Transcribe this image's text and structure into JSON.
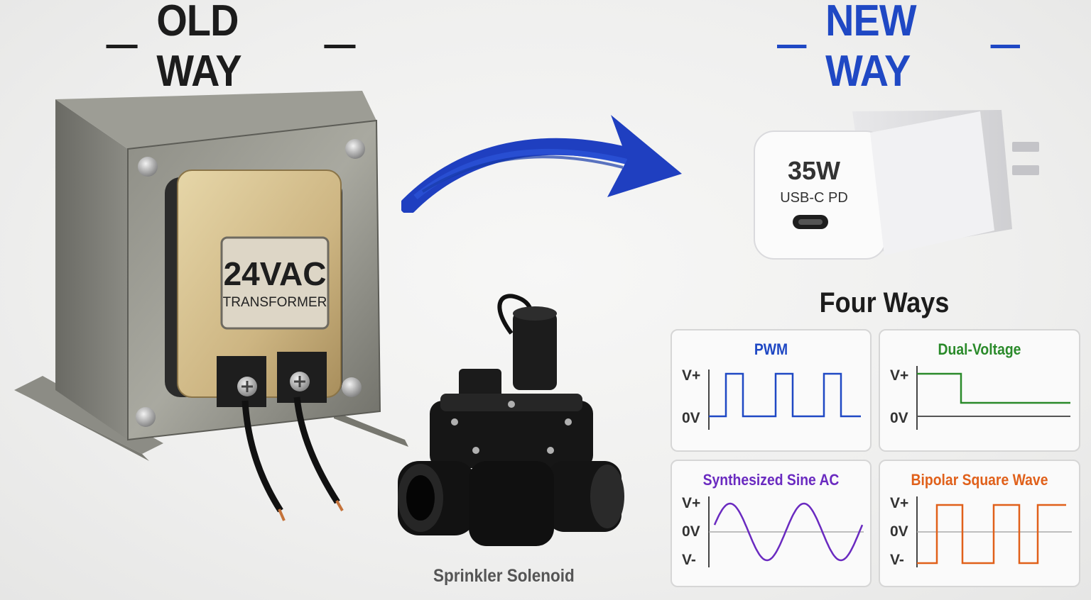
{
  "headings": {
    "old": "OLD WAY",
    "new": "NEW WAY"
  },
  "colors": {
    "old": "#1c1c1c",
    "new": "#1f48c4",
    "pwm": "#1f48c4",
    "dual": "#2a8a2a",
    "sine": "#6a2ac0",
    "bipolar": "#e0601a"
  },
  "transformer": {
    "label_main": "24VAC",
    "label_sub": "TRANSFORMER"
  },
  "solenoid": {
    "caption": "Sprinkler Solenoid"
  },
  "charger": {
    "wattage": "35W",
    "type": "USB-C PD"
  },
  "four_ways": {
    "title": "Four Ways",
    "panels": [
      {
        "title": "PWM",
        "labels": [
          "V+",
          "0V"
        ]
      },
      {
        "title": "Dual-Voltage",
        "labels": [
          "V+",
          "0V"
        ]
      },
      {
        "title": "Synthesized Sine AC",
        "labels": [
          "V+",
          "0V",
          "V-"
        ]
      },
      {
        "title": "Bipolar Square Wave",
        "labels": [
          "V+",
          "0V",
          "V-"
        ]
      }
    ]
  }
}
